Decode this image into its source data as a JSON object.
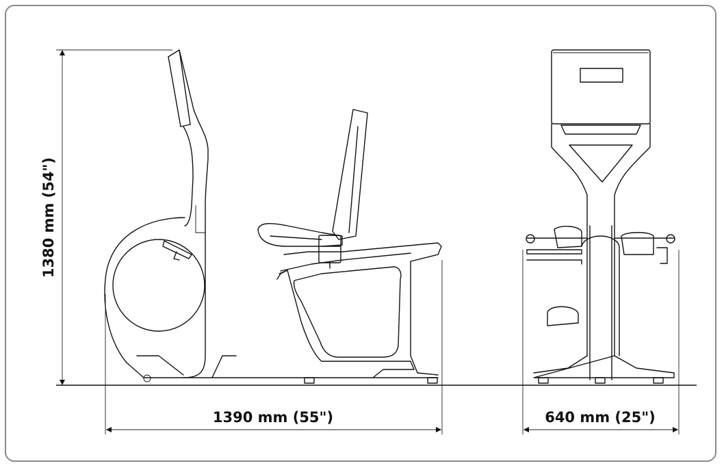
{
  "dimensions": {
    "height_label": "1380 mm (54\")",
    "side_length_label": "1390 mm (55\")",
    "front_width_label": "640 mm (25\")"
  }
}
